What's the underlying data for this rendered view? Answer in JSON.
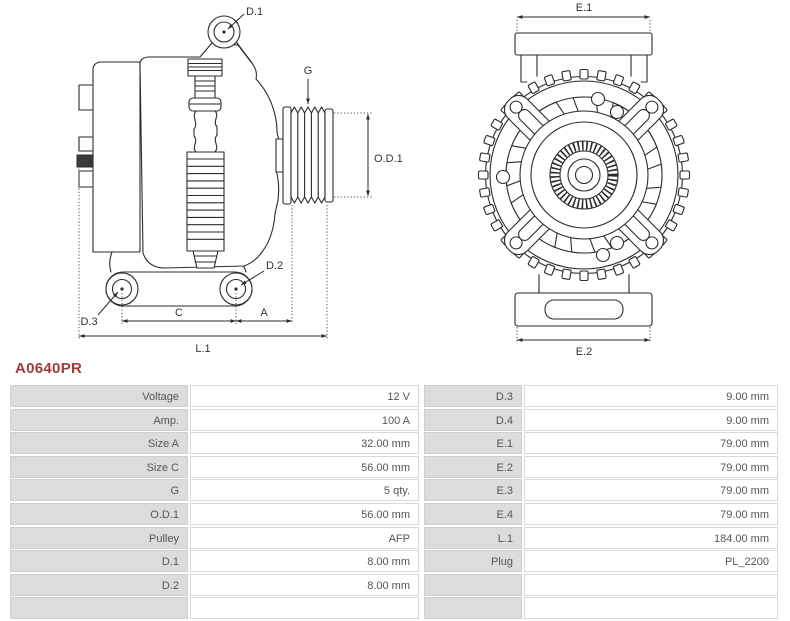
{
  "part_number": "A0640PR",
  "diagram": {
    "labels": {
      "d1": "D.1",
      "g": "G",
      "od1": "O.D.1",
      "d2": "D.2",
      "d3": "D.3",
      "c": "C",
      "a": "A",
      "l1": "L.1",
      "e1": "E.1",
      "e2": "E.2"
    }
  },
  "table": {
    "rows": [
      {
        "l1": "Voltage",
        "v1": "12 V",
        "l2": "D.3",
        "v2": "9.00 mm"
      },
      {
        "l1": "Amp.",
        "v1": "100 A",
        "l2": "D.4",
        "v2": "9.00 mm"
      },
      {
        "l1": "Size A",
        "v1": "32.00 mm",
        "l2": "E.1",
        "v2": "79.00 mm"
      },
      {
        "l1": "Size C",
        "v1": "56.00 mm",
        "l2": "E.2",
        "v2": "79.00 mm"
      },
      {
        "l1": "G",
        "v1": "5 qty.",
        "l2": "E.3",
        "v2": "79.00 mm"
      },
      {
        "l1": "O.D.1",
        "v1": "56.00 mm",
        "l2": "E.4",
        "v2": "79.00 mm"
      },
      {
        "l1": "Pulley",
        "v1": "AFP",
        "l2": "L.1",
        "v2": "184.00 mm"
      },
      {
        "l1": "D.1",
        "v1": "8.00 mm",
        "l2": "Plug",
        "v2": "PL_2200"
      },
      {
        "l1": "D.2",
        "v1": "8.00 mm",
        "l2": "",
        "v2": ""
      },
      {
        "l1": "",
        "v1": "",
        "l2": "",
        "v2": ""
      }
    ]
  },
  "colors": {
    "accent_red": "#A33A3A",
    "label_cell_bg": "#DCDCDC",
    "line_art": "#2B2B2B"
  }
}
